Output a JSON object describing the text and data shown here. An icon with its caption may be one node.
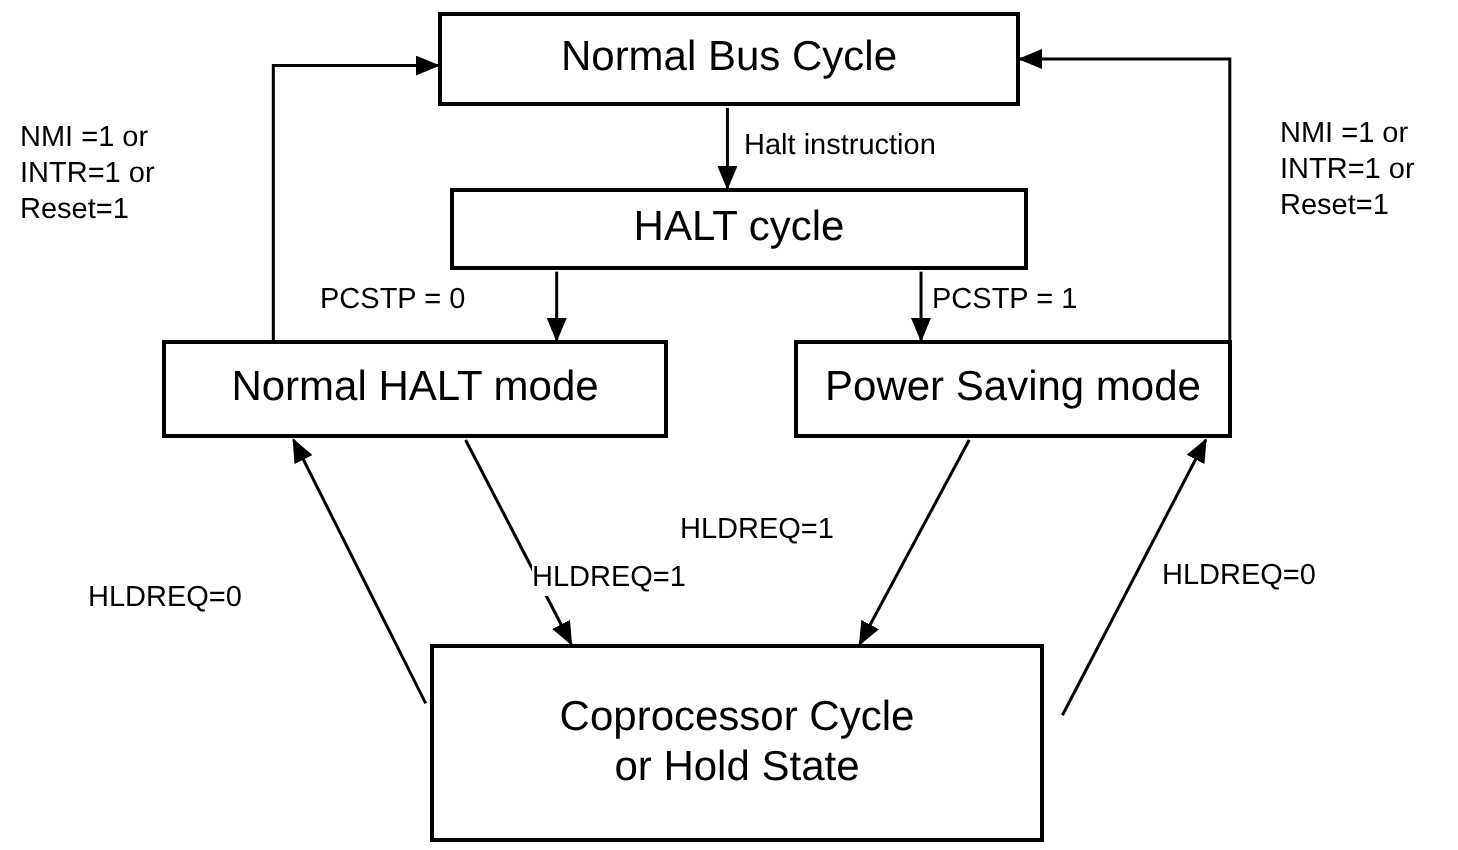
{
  "diagram": {
    "nodes": [
      {
        "text": [
          "Normal Bus Cycle"
        ]
      },
      {
        "text": [
          "HALT cycle"
        ]
      },
      {
        "text": [
          "Normal HALT mode"
        ]
      },
      {
        "text": [
          "Power Saving mode"
        ]
      },
      {
        "text": [
          "Coprocessor Cycle or Hold State"
        ]
      }
    ],
    "edges": [
      {
        "from": 0,
        "to": 1,
        "arrow": "to",
        "label": "Halt instruction"
      },
      {
        "from": 1,
        "to": 2,
        "arrow": "to",
        "label": "PCSTP = 0"
      },
      {
        "from": 1,
        "to": 3,
        "arrow": "to",
        "label": "PCSTP = 1"
      },
      {
        "from": 2,
        "to": 0,
        "arrow": "to",
        "label": "NMI =1 or INTR=1 or Reset=1"
      },
      {
        "from": 3,
        "to": 0,
        "arrow": "to",
        "label": "NMI =1 or INTR=1 or Reset=1"
      },
      {
        "from": 4,
        "to": 2,
        "arrow": "to",
        "label": "HLDREQ=0"
      },
      {
        "from": 2,
        "to": 4,
        "arrow": "to",
        "label": "HLDREQ=1"
      },
      {
        "from": 3,
        "to": 4,
        "arrow": "to",
        "label": "HLDREQ=1"
      },
      {
        "from": 4,
        "to": 3,
        "arrow": "to",
        "label": "HLDREQ=0"
      }
    ]
  }
}
